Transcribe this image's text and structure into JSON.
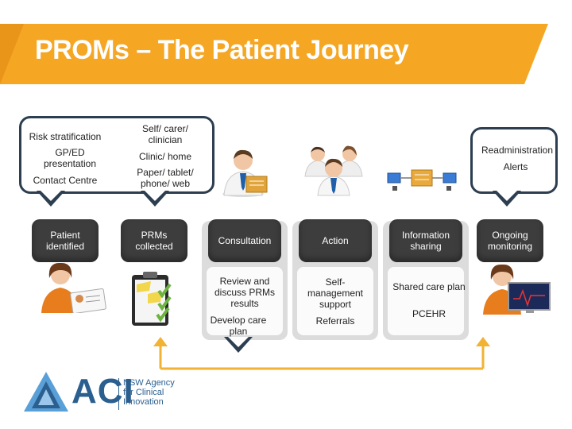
{
  "title": "PROMs – The Patient Journey",
  "bubble_left": {
    "items": [
      "Risk stratification",
      "GP/ED presentation",
      "Contact Centre"
    ],
    "items2": [
      "Self/ carer/ clinician",
      "Clinic/ home",
      "Paper/ tablet/ phone/ web"
    ]
  },
  "bubble_right": {
    "items": [
      "Readministration",
      "Alerts"
    ]
  },
  "stages": [
    {
      "label": "Patient identified"
    },
    {
      "label": "PRMs collected"
    },
    {
      "label": "Consultation"
    },
    {
      "label": "Action"
    },
    {
      "label": "Information sharing"
    },
    {
      "label": "Ongoing monitoring"
    }
  ],
  "columns": [
    {
      "items": [
        "Review and discuss PRMs results",
        "Develop care plan"
      ]
    },
    {
      "items": [
        "Self-management support",
        "Referrals"
      ]
    },
    {
      "items": [
        "Shared care plan",
        "PCEHR"
      ]
    }
  ],
  "logo": {
    "mark": "ACI",
    "text": [
      "NSW Agency",
      "for Clinical",
      "Innovation"
    ]
  },
  "colors": {
    "banner": "#f5a623",
    "stage": "#3d3d3d",
    "bubble_border": "#2c3e50",
    "arrow": "#f2b233",
    "logo_blue": "#2b5f8f"
  },
  "icons": [
    "person-female-icon",
    "clipboard-icon",
    "clinician-male-icon",
    "group-icon",
    "network-icon",
    "monitor-icon"
  ]
}
